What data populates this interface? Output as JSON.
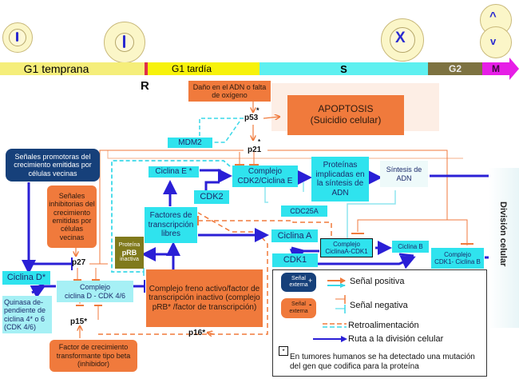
{
  "phases": {
    "g1_early": "G1 temprana",
    "g1_late": "G1 tardía",
    "s": "S",
    "g2": "G2",
    "m": "M",
    "restriction_point": "R"
  },
  "nodes": {
    "dna_damage": "Daño en el ADN o falta de oxígeno",
    "p53": "p53",
    "p53_star": "*",
    "apoptosis_title": "APOPTOSIS",
    "apoptosis_sub": "(Suicidio celular)",
    "mdm2": "MDM2",
    "p21": "p21",
    "p21_star": "*",
    "growth_promoting": "Señales promotoras del crecimiento emitidas por células vecinas",
    "growth_inhibitory": "Señales inhibitorias del crecimiento emitidas por células vecinas",
    "p27": "p27",
    "cyclin_e": "Ciclina E *",
    "cdk2": "CDK2",
    "complex_cdk2_cyclin_e_1": "Complejo",
    "complex_cdk2_cyclin_e_2": "CDK2/Ciclina E",
    "proteins_dna": "Proteínas implicadas en la síntesis de ADN",
    "dna_synthesis": "Síntesis de ADN",
    "cdc25a": "CDC25A",
    "free_tf": "Factores de transcripción libres",
    "prb_1": "Proteína",
    "prb_2": "pRB",
    "prb_3": "inactiva",
    "cyclin_a": "Ciclina A",
    "cdk1": "CDK1",
    "complex_a_cdk1_1": "Complejo",
    "complex_a_cdk1_2": "CiclinaA-CDK1",
    "cyclin_b": "Ciclina B",
    "complex_cdk1_b_1": "Complejo",
    "complex_cdk1_b_2": "CDK1- Ciclina B",
    "cyclin_d": "Ciclina D*",
    "cdk46": "Quinasa de-pendiente de ciclina 4* o 6 (CDK 4/6)",
    "complex_d_1": "Complejo",
    "complex_d_2": "ciclina D - CDK 4/6",
    "p15": "p15*",
    "p16": "p16*",
    "tgf_beta": "Factor de crecimiento transformante tipo beta (inhibidor)",
    "brake_complex": "Complejo freno activo/factor de transcripción inactivo (complejo pRB* /factor de transcripción)",
    "cell_division": "División celular"
  },
  "legend": {
    "ext_pos_1": "Señal",
    "ext_pos_2": "externa",
    "ext_pos_sign": "+",
    "ext_neg_1": "Señal",
    "ext_neg_2": "externa",
    "ext_neg_sign": "-",
    "positive": "Señal positiva",
    "negative": "Señal negativa",
    "feedback": "Retroalimentación",
    "route": "Ruta a la división celular",
    "star_box": "*",
    "note": "En tumores humanos se ha detectado una mutación del gen que codifica para la proteína"
  },
  "colors": {
    "cyan": "#2fe3ee",
    "orange": "#f07a3c",
    "navy": "#16407a",
    "olive": "#807a1c",
    "route_blue": "#2a1fd6",
    "g1_early": "#f5ee7a",
    "g1_late": "#f7f20a",
    "s": "#5ef0f0",
    "g2": "#7d7240",
    "m": "#e61ee6"
  }
}
